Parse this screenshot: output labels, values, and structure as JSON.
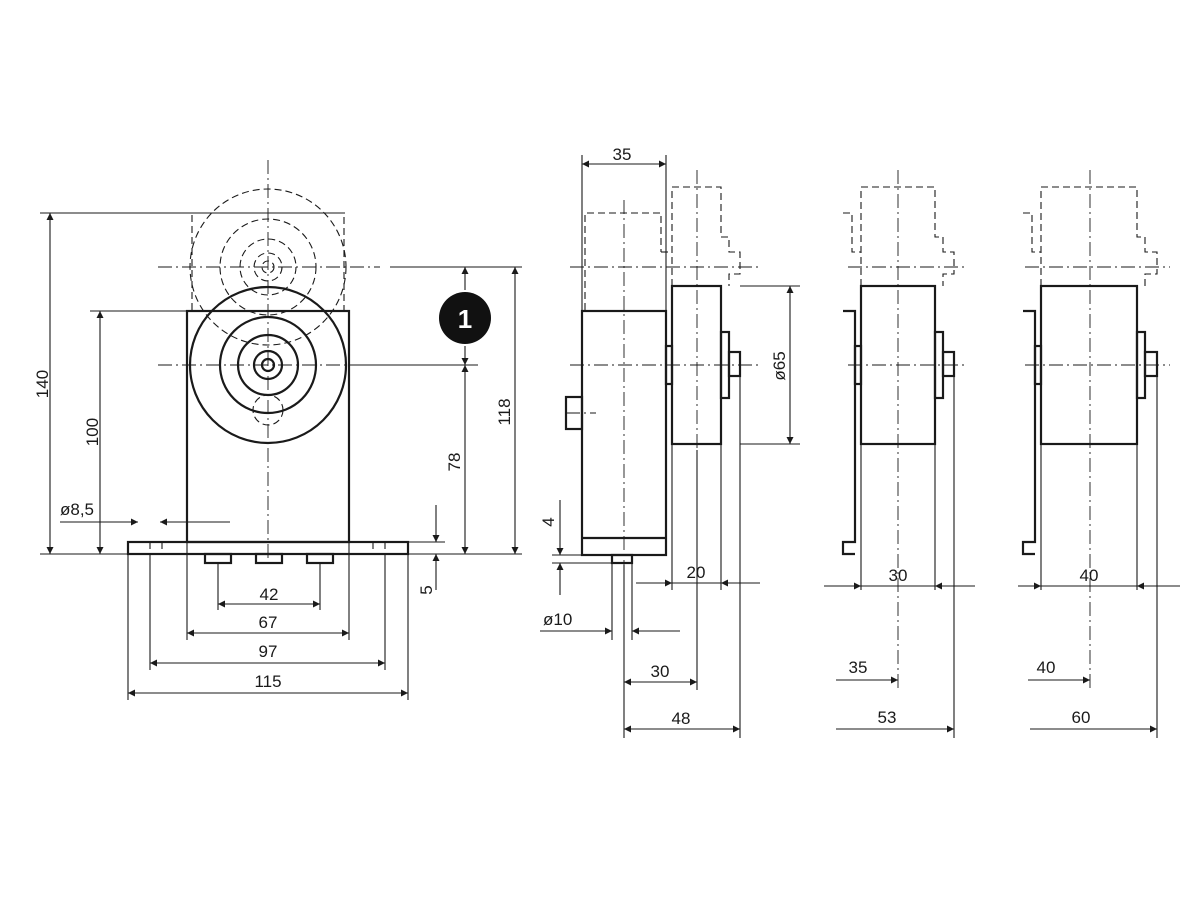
{
  "marker": "1",
  "dims": {
    "front_overall_height": "140",
    "front_axle_height": "100",
    "front_hole_dia": "ø8,5",
    "front_pitch_small": "42",
    "front_width_67": "67",
    "front_width_97": "97",
    "front_width_115": "115",
    "travel_118": "118",
    "travel_78": "78",
    "plate_4": "4",
    "plate_5": "5",
    "side_width_35": "35",
    "side_pin_dia": "ø10",
    "wheel_dia": "ø65",
    "wheel_width_20": "20",
    "offset_30": "30",
    "offset_48": "48",
    "wheel_width_30": "30",
    "offset_35": "35",
    "offset_53": "53",
    "wheel_width_40": "40",
    "offset_40": "40",
    "offset_60": "60"
  }
}
